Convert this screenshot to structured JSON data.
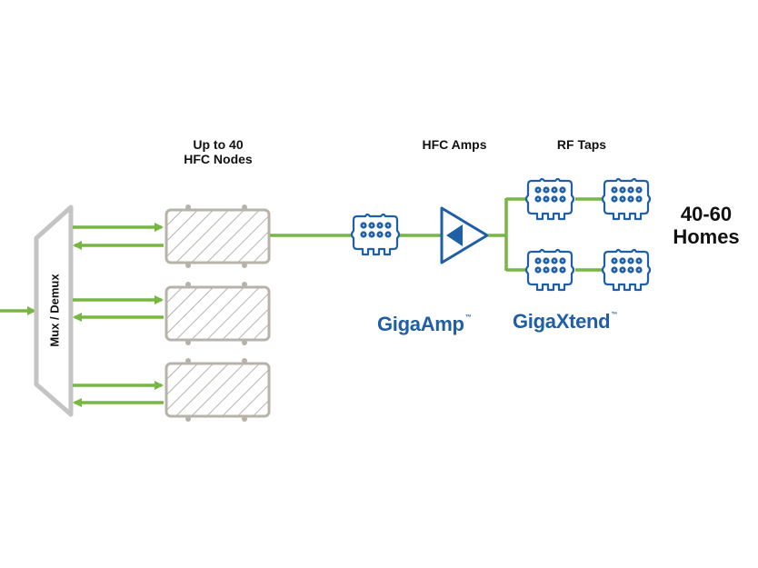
{
  "diagram": {
    "title": "HFC network topology",
    "colors": {
      "link": "#77b640",
      "node_outline": "#b7b3ab",
      "brand_blue": "#1f5fa6",
      "text": "#111111"
    },
    "mux": {
      "label": "Mux / Demux"
    },
    "nodes": {
      "label_line1": "Up to 40",
      "label_line2": "HFC Nodes",
      "count_shown": 3
    },
    "amps": {
      "label": "HFC Amps",
      "brand": "GigaAmp",
      "tm": "™"
    },
    "taps": {
      "label": "RF Taps",
      "brand": "GigaXtend",
      "tm": "™",
      "count_shown": 4
    },
    "homes": {
      "line1": "40-60",
      "line2": "Homes"
    },
    "icons": {
      "mux": "mux-demux-trapezoid-icon",
      "node": "hfc-node-icon",
      "amp": "amplifier-triangle-icon",
      "tap": "rf-tap-icon"
    }
  }
}
